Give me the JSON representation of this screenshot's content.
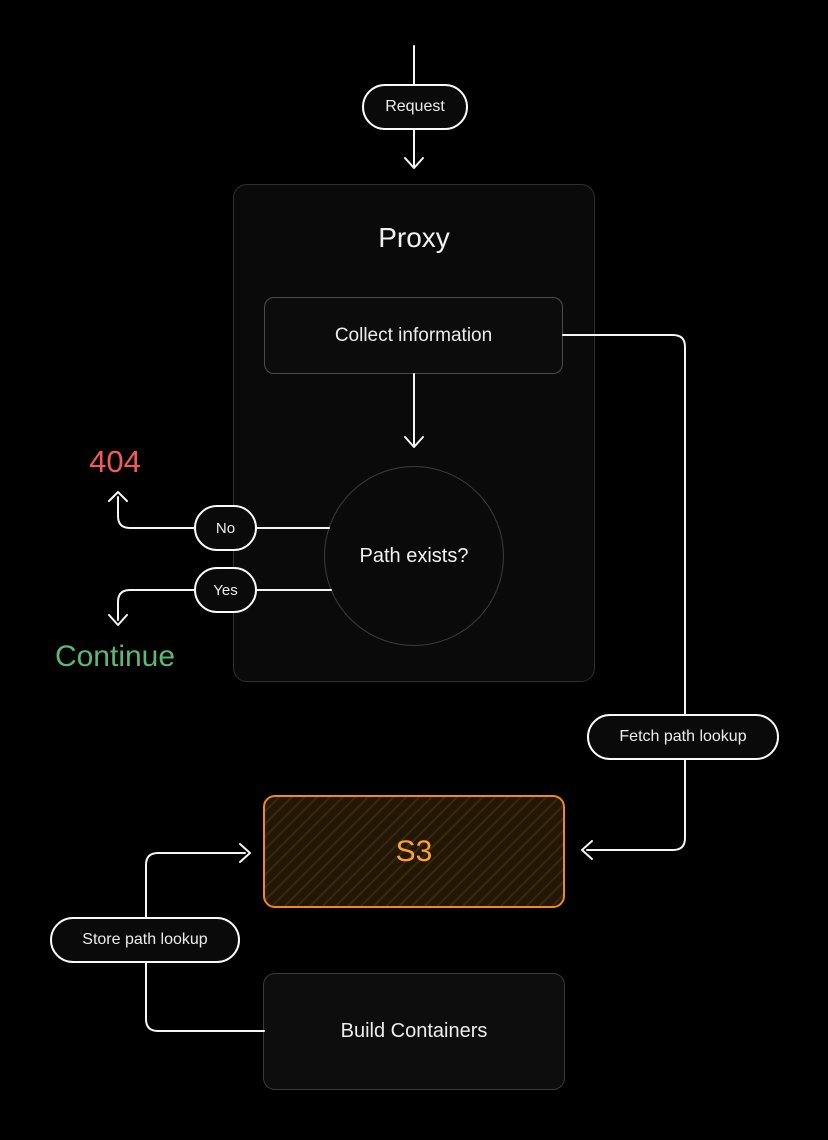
{
  "nodes": {
    "request": {
      "label": "Request",
      "type": "pill"
    },
    "proxy": {
      "label": "Proxy",
      "type": "container"
    },
    "collect": {
      "label": "Collect information",
      "type": "process"
    },
    "decision": {
      "label": "Path exists?",
      "type": "decision"
    },
    "no": {
      "label": "No",
      "type": "branch-pill"
    },
    "yes": {
      "label": "Yes",
      "type": "branch-pill"
    },
    "error404": {
      "label": "404",
      "type": "terminal"
    },
    "continue": {
      "label": "Continue",
      "type": "terminal"
    },
    "fetch": {
      "label": "Fetch path lookup",
      "type": "pill"
    },
    "s3": {
      "label": "S3",
      "type": "storage"
    },
    "store": {
      "label": "Store path lookup",
      "type": "pill"
    },
    "build": {
      "label": "Build Containers",
      "type": "process"
    }
  },
  "edges": [
    {
      "from": "start",
      "to": "request"
    },
    {
      "from": "request",
      "to": "proxy"
    },
    {
      "from": "collect",
      "to": "decision"
    },
    {
      "from": "decision",
      "to": "error404",
      "via": "no"
    },
    {
      "from": "decision",
      "to": "continue",
      "via": "yes"
    },
    {
      "from": "collect",
      "to": "s3",
      "via": "fetch"
    },
    {
      "from": "build",
      "to": "s3",
      "via": "store"
    }
  ],
  "colors": {
    "canvas_bg": "#000000",
    "line": "#f5f5f5",
    "error": "#f15b5b",
    "success": "#5cb873",
    "accent": "#f08a1f",
    "accent_text": "#ffa033"
  }
}
